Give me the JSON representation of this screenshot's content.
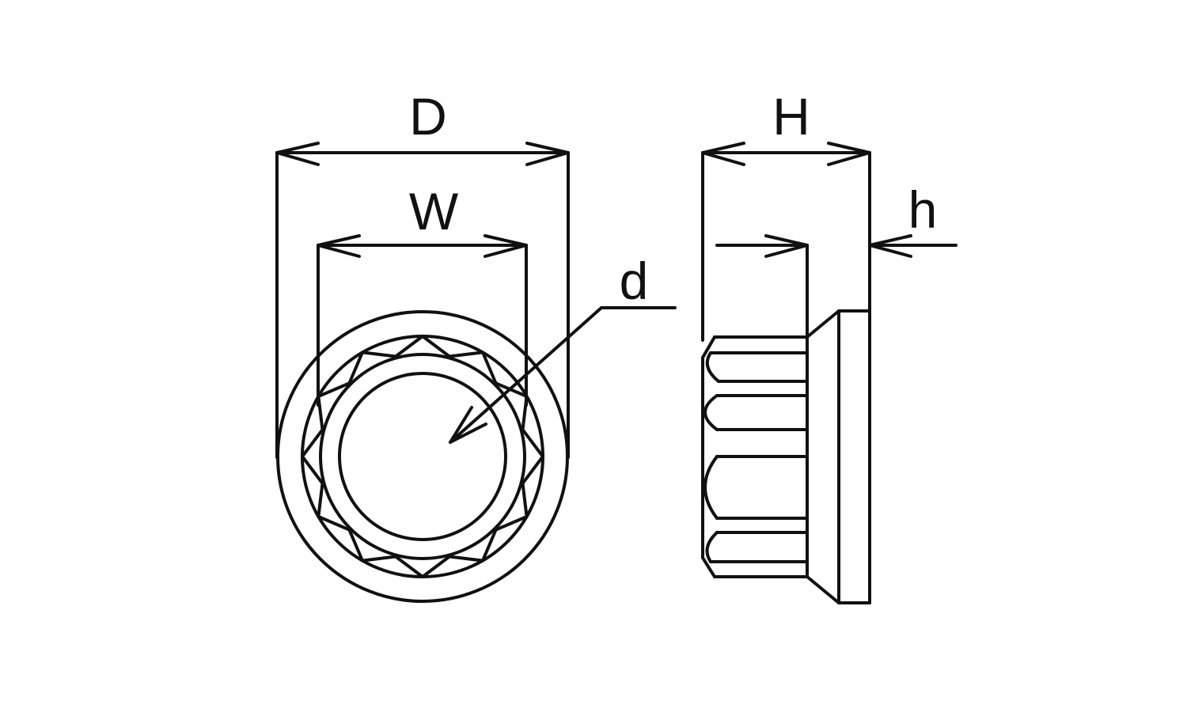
{
  "labels": {
    "outer_diameter": "D",
    "width_across_flats": "W",
    "thread_diameter": "d",
    "overall_height": "H",
    "flange_thickness": "h"
  },
  "colors": {
    "line": "#111111",
    "background": "#ffffff"
  }
}
